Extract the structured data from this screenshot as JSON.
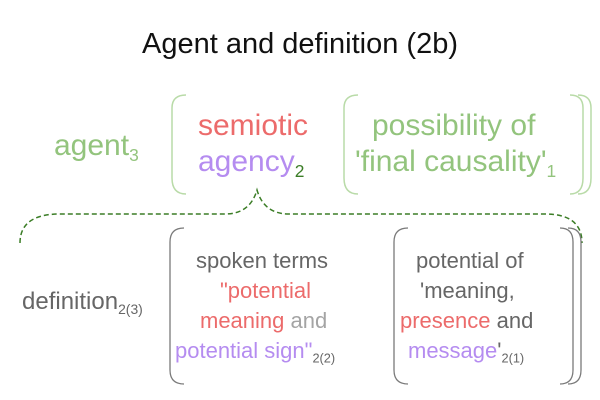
{
  "title": "Agent and definition (2b)",
  "agent": {
    "label": "agent",
    "sub": "3"
  },
  "semiotic_agency": {
    "line1": "semiotic",
    "line2": "agency",
    "sub": "2"
  },
  "final_causality": {
    "line1": "possibility of",
    "line2": "'final causality'",
    "sub": "1"
  },
  "definition": {
    "label": "definition",
    "sub": "2(3)"
  },
  "spoken_terms": {
    "line1": "spoken terms",
    "line2": "\"potential",
    "line3_a": "meaning",
    "line3_b": " and",
    "line4": "potential sign\"",
    "sub": "2(2)"
  },
  "potential_of": {
    "line1": "potential of",
    "line2": "'meaning,",
    "line3_a": "presence",
    "line3_b": " and",
    "line4_a": "message",
    "line4_b": "'",
    "sub": "2(1)"
  },
  "colors": {
    "green": "#93c47d",
    "dark_green": "#3b7d26",
    "red": "#ec6b6b",
    "purple": "#b58cf0",
    "gray": "#666666",
    "light_gray": "#a4a4a4"
  }
}
